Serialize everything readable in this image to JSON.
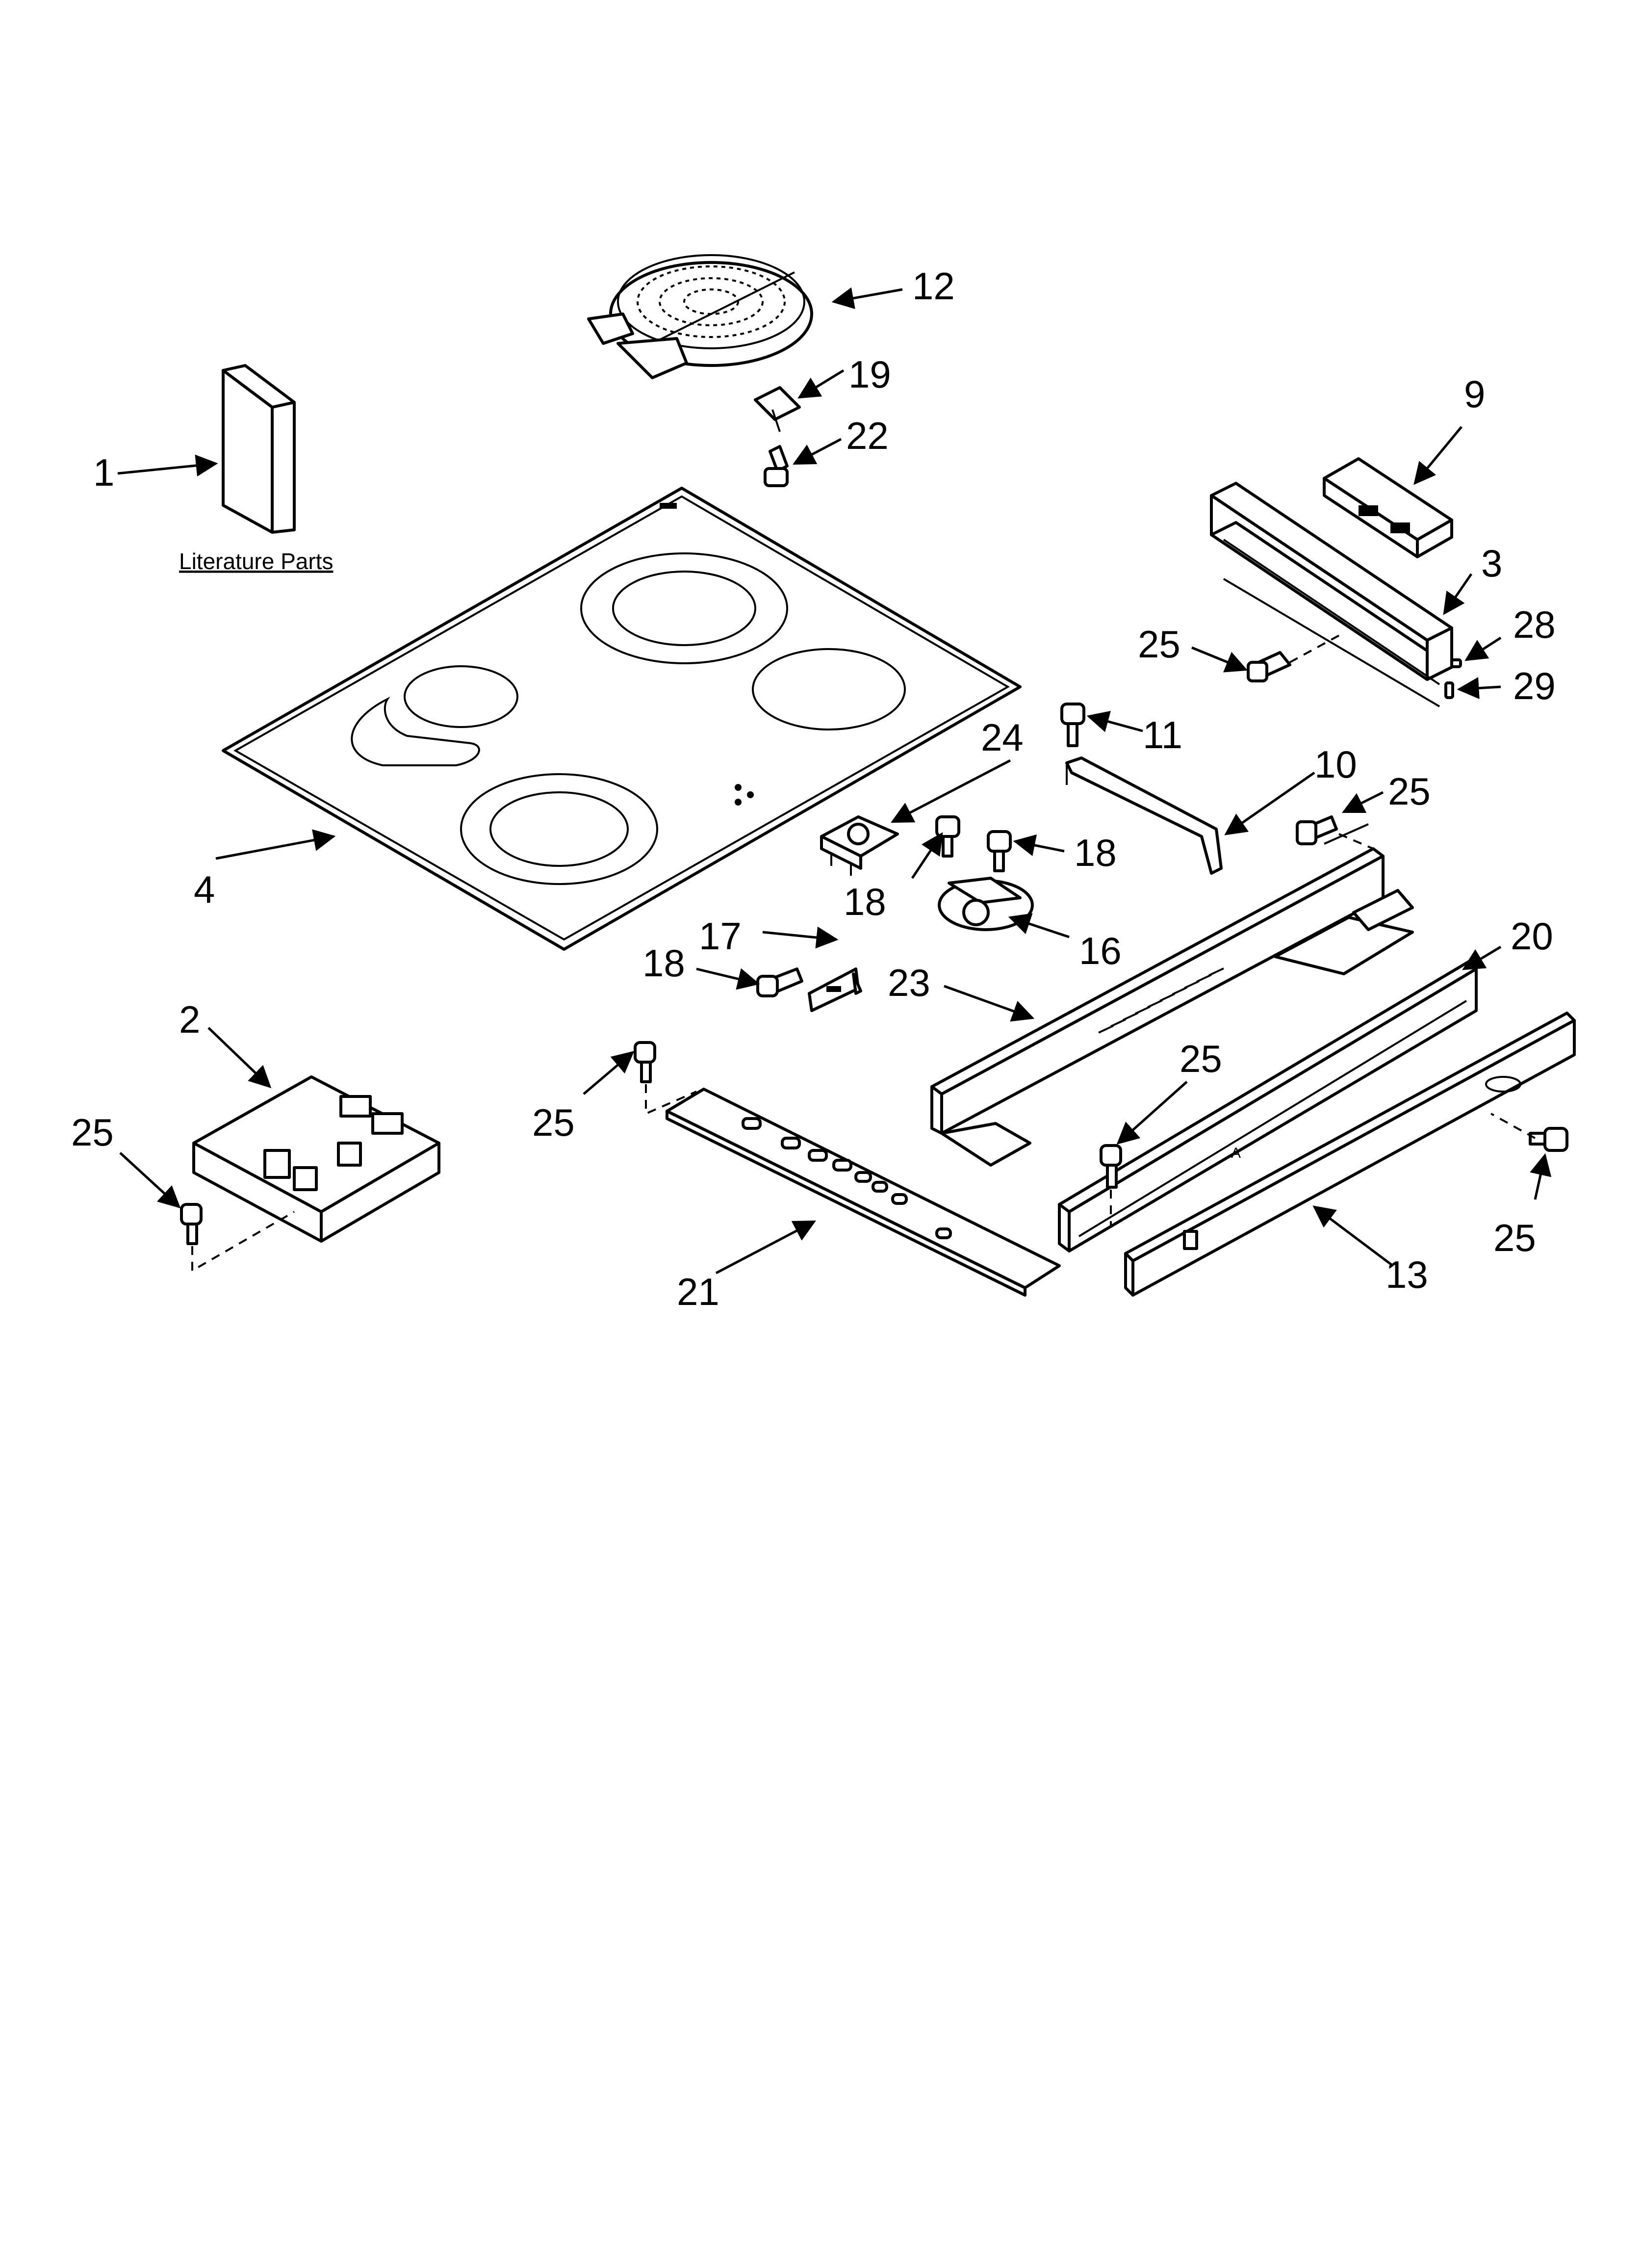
{
  "diagram": {
    "caption": "Literature Parts",
    "callouts": [
      {
        "id": "c1",
        "text": "1"
      },
      {
        "id": "c2",
        "text": "2"
      },
      {
        "id": "c3",
        "text": "3"
      },
      {
        "id": "c4",
        "text": "4"
      },
      {
        "id": "c9",
        "text": "9"
      },
      {
        "id": "c10",
        "text": "10"
      },
      {
        "id": "c11",
        "text": "11"
      },
      {
        "id": "c12",
        "text": "12"
      },
      {
        "id": "c13",
        "text": "13"
      },
      {
        "id": "c16",
        "text": "16"
      },
      {
        "id": "c17",
        "text": "17"
      },
      {
        "id": "c18a",
        "text": "18"
      },
      {
        "id": "c18b",
        "text": "18"
      },
      {
        "id": "c18c",
        "text": "18"
      },
      {
        "id": "c19",
        "text": "19"
      },
      {
        "id": "c20",
        "text": "20"
      },
      {
        "id": "c21",
        "text": "21"
      },
      {
        "id": "c22",
        "text": "22"
      },
      {
        "id": "c23",
        "text": "23"
      },
      {
        "id": "c24",
        "text": "24"
      },
      {
        "id": "c25a",
        "text": "25"
      },
      {
        "id": "c25b",
        "text": "25"
      },
      {
        "id": "c25c",
        "text": "25"
      },
      {
        "id": "c25d",
        "text": "25"
      },
      {
        "id": "c25e",
        "text": "25"
      },
      {
        "id": "c25f",
        "text": "25"
      },
      {
        "id": "c28",
        "text": "28"
      },
      {
        "id": "c29",
        "text": "29"
      }
    ]
  }
}
